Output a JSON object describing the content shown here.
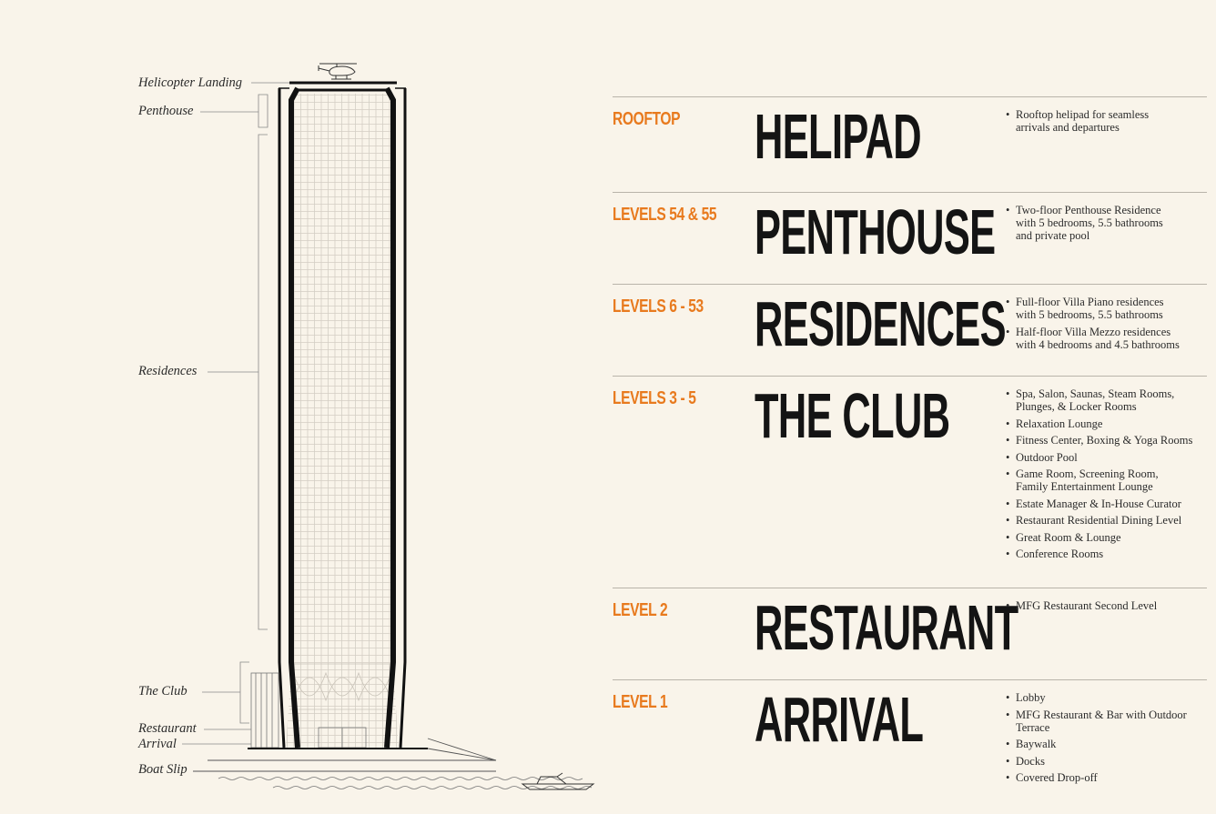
{
  "callouts": [
    {
      "id": "helicopter-landing",
      "label": "Helicopter Landing"
    },
    {
      "id": "penthouse",
      "label": "Penthouse"
    },
    {
      "id": "residences",
      "label": "Residences"
    },
    {
      "id": "the-club",
      "label": "The Club"
    },
    {
      "id": "restaurant",
      "label": "Restaurant"
    },
    {
      "id": "arrival",
      "label": "Arrival"
    },
    {
      "id": "boat-slip",
      "label": "Boat Slip"
    }
  ],
  "levels": [
    {
      "level": "ROOFTOP",
      "name": "HELIPAD",
      "features": [
        "Rooftop helipad for seamless\narrivals and departures"
      ]
    },
    {
      "level": "LEVELS 54 & 55",
      "name": "PENTHOUSE",
      "features": [
        "Two-floor Penthouse Residence\nwith 5 bedrooms, 5.5 bathrooms\nand private pool"
      ]
    },
    {
      "level": "LEVELS 6 - 53",
      "name": "RESIDENCES",
      "features": [
        "Full-floor Villa Piano residences\nwith 5 bedrooms, 5.5 bathrooms",
        "Half-floor Villa Mezzo residences\nwith 4 bedrooms and 4.5 bathrooms"
      ]
    },
    {
      "level": "LEVELS 3 - 5",
      "name": "THE CLUB",
      "features": [
        "Spa, Salon, Saunas, Steam Rooms,\nPlunges, & Locker Rooms",
        "Relaxation Lounge",
        "Fitness Center, Boxing & Yoga Rooms",
        "Outdoor Pool",
        "Game Room, Screening Room,\nFamily Entertainment Lounge",
        "Estate Manager & In-House Curator",
        "Restaurant Residential Dining Level",
        "Great Room & Lounge",
        "Conference Rooms"
      ]
    },
    {
      "level": "LEVEL 2",
      "name": "RESTAURANT",
      "features": [
        "MFG Restaurant Second Level"
      ]
    },
    {
      "level": "LEVEL 1",
      "name": "ARRIVAL",
      "features": [
        "Lobby",
        "MFG Restaurant & Bar with Outdoor\nTerrace",
        "Baywalk",
        "Docks",
        "Covered Drop-off"
      ]
    }
  ],
  "colors": {
    "background": "#f9f4ea",
    "accent": "#e87a1e",
    "ink": "#141414",
    "rule": "#b9b4aa"
  }
}
